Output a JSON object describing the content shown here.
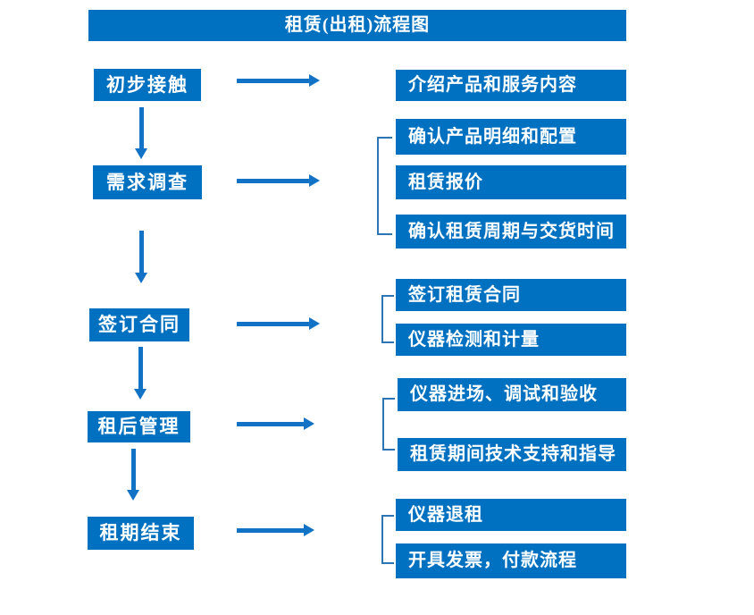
{
  "title": "租赁(出租)流程图",
  "colors": {
    "box": "#0070C0",
    "arrow": "#1273C6",
    "bracket": "#2E75B6",
    "text": "#FFFFFF",
    "background": "#FFFFFF"
  },
  "chart_data": {
    "type": "table",
    "title": "租赁(出租)流程图",
    "categories": [
      "初步接触",
      "需求调查",
      "签订合同",
      "租后管理",
      "租期结束"
    ],
    "series": [
      {
        "name": "初步接触",
        "values": [
          "介绍产品和服务内容"
        ]
      },
      {
        "name": "需求调查",
        "values": [
          "确认产品明细和配置",
          "租赁报价",
          "确认租赁周期与交货时间"
        ]
      },
      {
        "name": "签订合同",
        "values": [
          "签订租赁合同",
          "仪器检测和计量"
        ]
      },
      {
        "name": "租后管理",
        "values": [
          "仪器进场、调试和验收",
          "租赁期间技术支持和指导"
        ]
      },
      {
        "name": "租期结束",
        "values": [
          "仪器退租",
          "开具发票，付款流程"
        ]
      }
    ]
  },
  "steps": [
    {
      "label": "初步接触",
      "outputs": [
        "介绍产品和服务内容"
      ]
    },
    {
      "label": "需求调查",
      "outputs": [
        "确认产品明细和配置",
        "租赁报价",
        "确认租赁周期与交货时间"
      ]
    },
    {
      "label": "签订合同",
      "outputs": [
        "签订租赁合同",
        "仪器检测和计量"
      ]
    },
    {
      "label": "租后管理",
      "outputs": [
        "仪器进场、调试和验收",
        "租赁期间技术支持和指导"
      ]
    },
    {
      "label": "租期结束",
      "outputs": [
        "仪器退租",
        "开具发票，付款流程"
      ]
    }
  ]
}
